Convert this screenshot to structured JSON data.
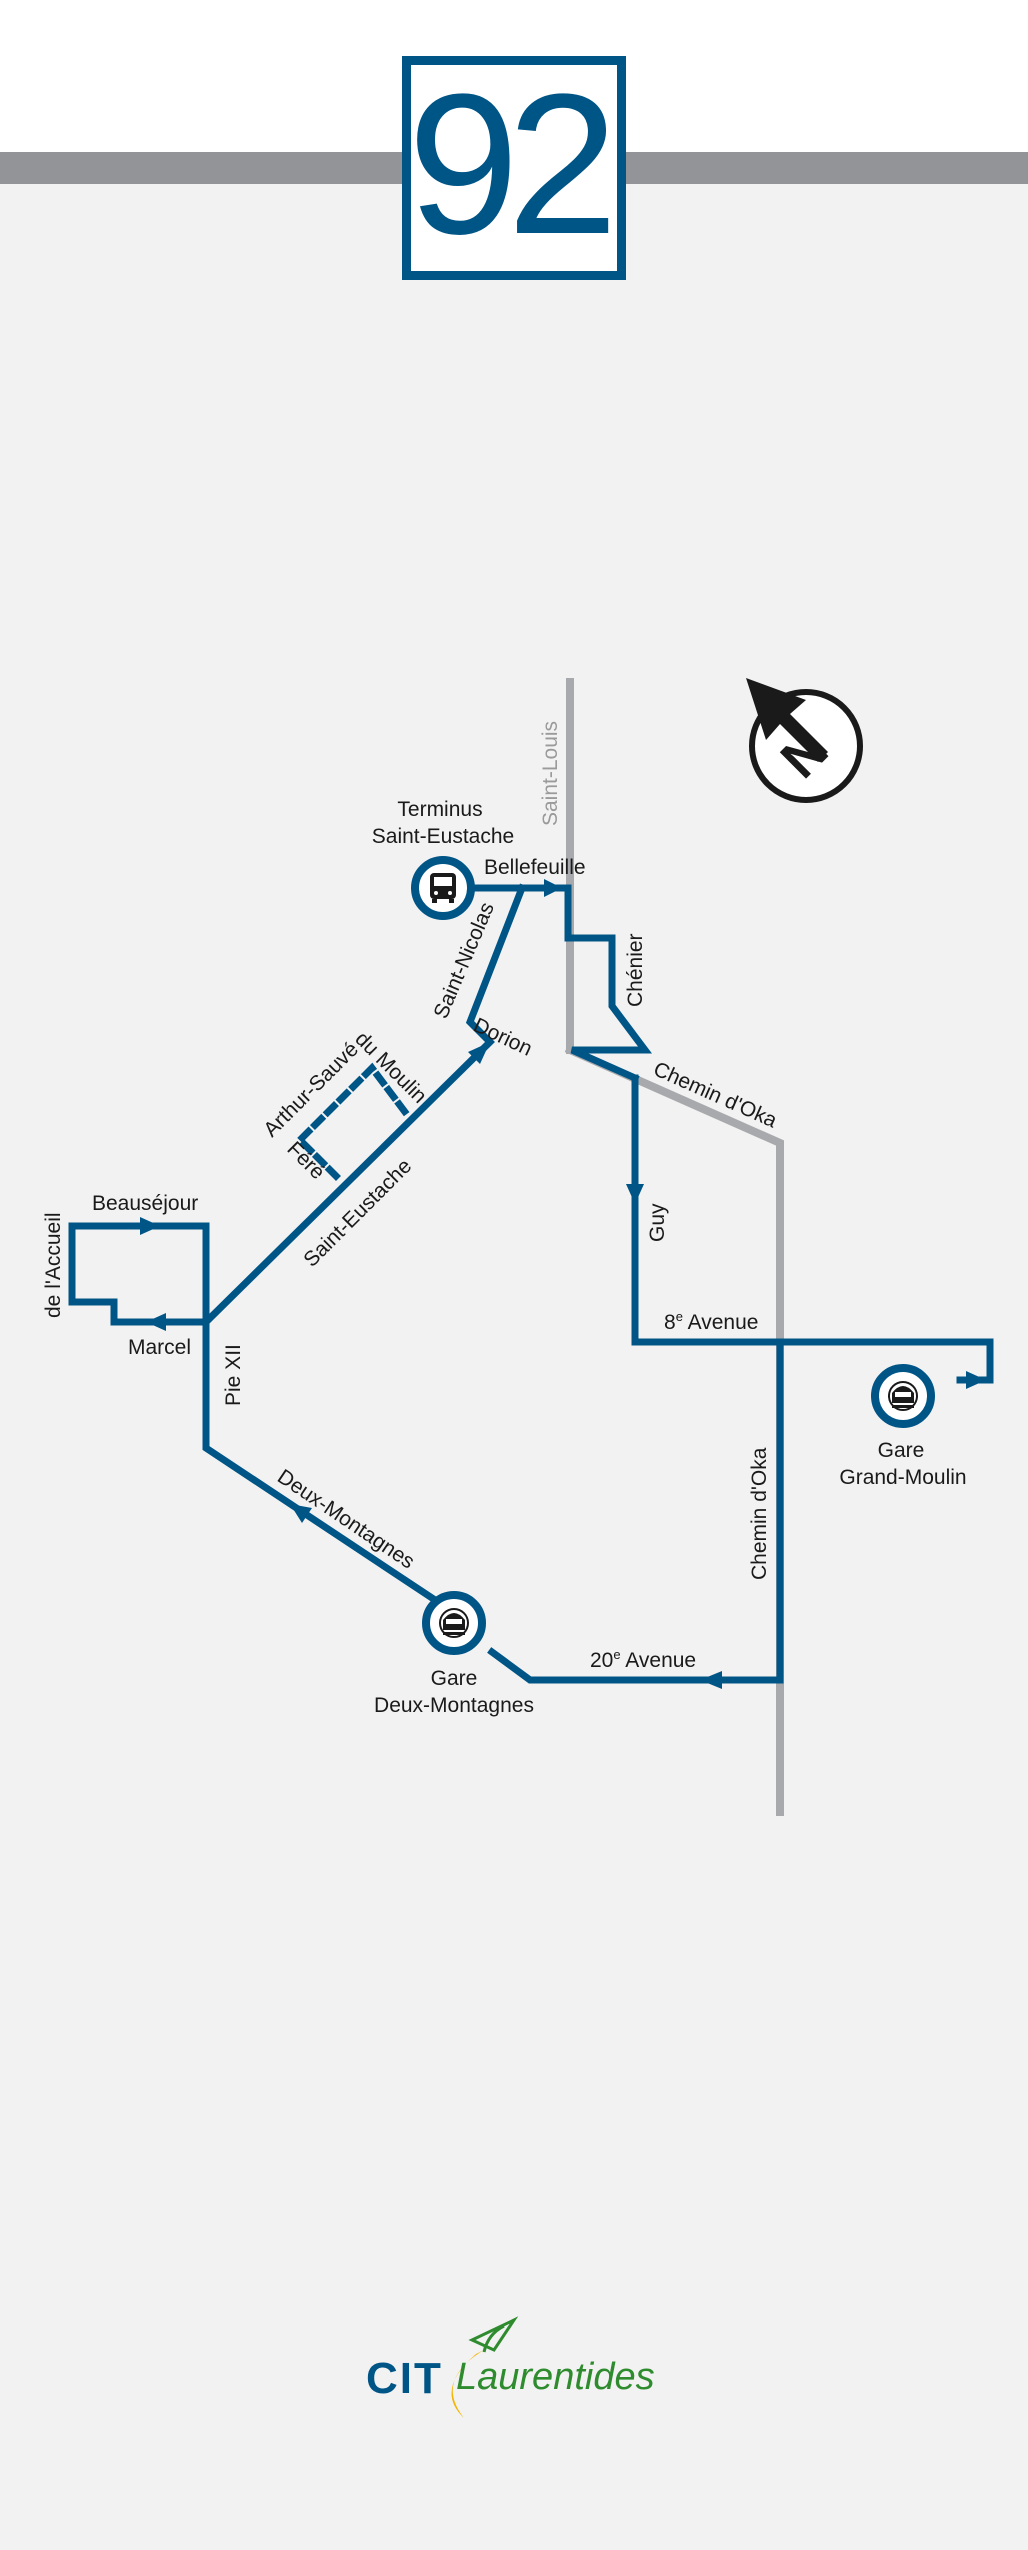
{
  "route": {
    "number": "92"
  },
  "north_label": "N",
  "colors": {
    "route": "#005587",
    "streets": "#a7a9ac",
    "header_bar": "#929497",
    "logo_green": "#2e8b2e",
    "logo_yellow": "#f4b400"
  },
  "stops": {
    "terminus": {
      "line1": "Terminus",
      "line2": "Saint-Eustache",
      "icon": "bus-icon"
    },
    "gare_deux_montagnes": {
      "line1": "Gare",
      "line2": "Deux-Montagnes",
      "icon": "train-icon"
    },
    "gare_grand_moulin": {
      "line1": "Gare",
      "line2": "Grand-Moulin",
      "icon": "train-icon"
    }
  },
  "streets": {
    "saint_louis": "Saint-Louis",
    "bellefeuille": "Bellefeuille",
    "chenier": "Chénier",
    "chemin_oka_upper": "Chemin d'Oka",
    "chemin_oka_lower": "Chemin d'Oka",
    "saint_nicolas": "Saint-Nicolas",
    "dorion": "Dorion",
    "arthur_sauve": "Arthur-Sauvé",
    "du_moulin": "du Moulin",
    "fere": "Féré",
    "saint_eustache": "Saint-Eustache",
    "guy": "Guy",
    "huitieme_num": "8",
    "huitieme_sup": "e",
    "huitieme_name": " Avenue",
    "beausejour": "Beauséjour",
    "accueil": "de l'Accueil",
    "marcel": "Marcel",
    "pie_xii": "Pie XII",
    "deux_montagnes": "Deux-Montagnes",
    "vingtieme_num": "20",
    "vingtieme_sup": "e",
    "vingtieme_name": " Avenue"
  },
  "logo": {
    "cit": "CIT",
    "name": "Laurentides"
  }
}
